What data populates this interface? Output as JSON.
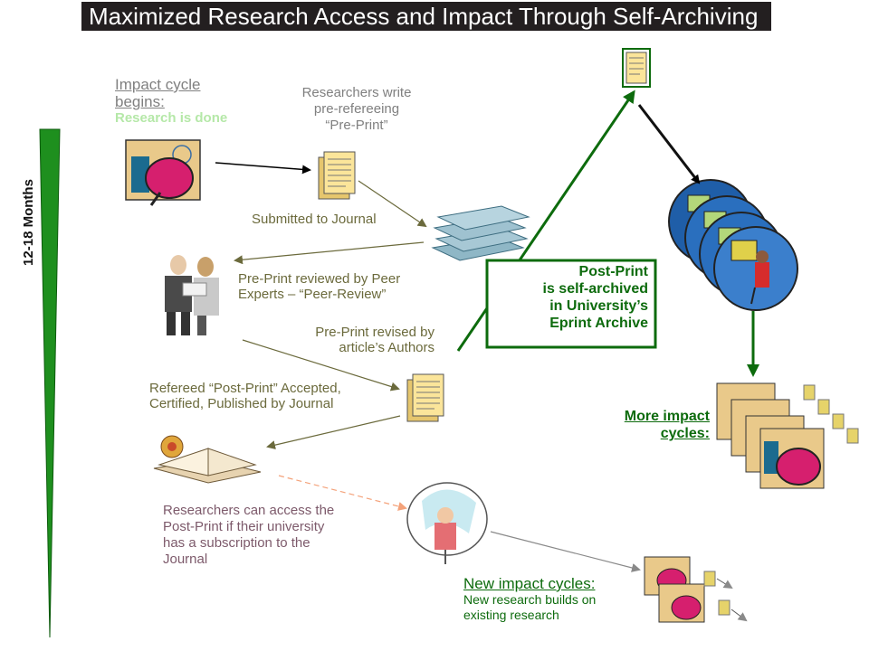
{
  "title": "Maximized Research Access and Impact Through Self-Archiving",
  "timeline": {
    "label": "12-18 Months"
  },
  "steps": {
    "impact_begins": {
      "heading": "Impact cycle begins:",
      "sub": "Research is done"
    },
    "write_preprint": {
      "line1": "Researchers write",
      "line2": "pre-refereeing",
      "line3": "“Pre-Print”"
    },
    "submitted": "Submitted to Journal",
    "peer_review": {
      "line1": "Pre-Print reviewed by Peer",
      "line2": "Experts – “Peer-Review”"
    },
    "revised": {
      "line1": "Pre-Print revised by",
      "line2": "article’s Authors"
    },
    "accepted": {
      "line1": "Refereed “Post-Print” Accepted,",
      "line2": "Certified, Published by Journal"
    },
    "access": {
      "line1": "Researchers can access the",
      "line2": "Post-Print if their university",
      "line3": "has a subscription to the",
      "line4": "Journal"
    },
    "new_cycles": {
      "heading": "New impact cycles:",
      "line1": "New research builds on",
      "line2": "existing research"
    },
    "self_archived": {
      "line1": "Post-Print",
      "line2": "is self-archived",
      "line3": "in University’s",
      "line4": "Eprint Archive"
    },
    "more_impact": {
      "line1": "More impact",
      "line2": "cycles:"
    }
  },
  "colors": {
    "title_bg": "#231f20",
    "green": "#0d6b0d",
    "olive": "#6b6a3c",
    "grey_text": "#808080",
    "light_green": "#b5e8a8",
    "purple": "#7d5a6b",
    "dashed_arrow": "#f4a27a"
  }
}
